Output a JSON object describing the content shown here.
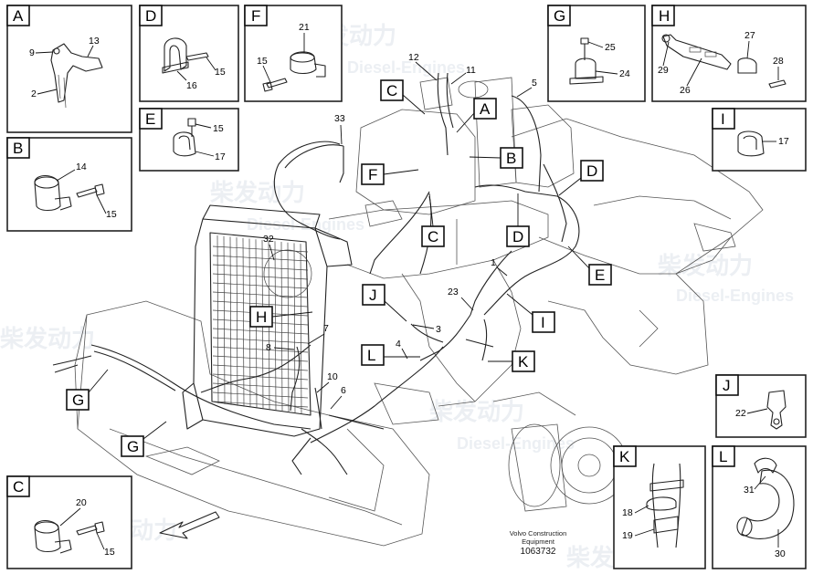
{
  "insets": {
    "A": {
      "label": "A",
      "parts": [
        "9",
        "13",
        "2"
      ]
    },
    "B": {
      "label": "B",
      "parts": [
        "14",
        "15"
      ]
    },
    "C": {
      "label": "C",
      "parts": [
        "20",
        "15"
      ]
    },
    "D": {
      "label": "D",
      "parts": [
        "15",
        "16"
      ]
    },
    "E": {
      "label": "E",
      "parts": [
        "15",
        "17"
      ]
    },
    "F": {
      "label": "F",
      "parts": [
        "21",
        "15"
      ]
    },
    "G": {
      "label": "G",
      "parts": [
        "25",
        "24"
      ]
    },
    "H": {
      "label": "H",
      "parts": [
        "27",
        "29",
        "28",
        "26"
      ]
    },
    "I": {
      "label": "I",
      "parts": [
        "17"
      ]
    },
    "J": {
      "label": "J",
      "parts": [
        "22"
      ]
    },
    "K": {
      "label": "K",
      "parts": [
        "18",
        "19"
      ]
    },
    "L": {
      "label": "L",
      "parts": [
        "31",
        "30"
      ]
    }
  },
  "callouts": {
    "A": "A",
    "B": "B",
    "C1": "C",
    "C2": "C",
    "D1": "D",
    "D2": "D",
    "E": "E",
    "F": "F",
    "G1": "G",
    "G2": "G",
    "H": "H",
    "I": "I",
    "J": "J",
    "K": "K",
    "L": "L"
  },
  "main_parts": {
    "p12": "12",
    "p11": "11",
    "p5": "5",
    "p33": "33",
    "p32": "32",
    "p1": "1",
    "p23": "23",
    "p3": "3",
    "p4": "4",
    "p7": "7",
    "p8": "8",
    "p10": "10",
    "p6": "6"
  },
  "footer": {
    "line1": "Volvo Construction",
    "line2": "Equipment",
    "number": "1063732"
  },
  "watermark": {
    "cn": "柴发动力",
    "en": "Diesel-Engines"
  }
}
